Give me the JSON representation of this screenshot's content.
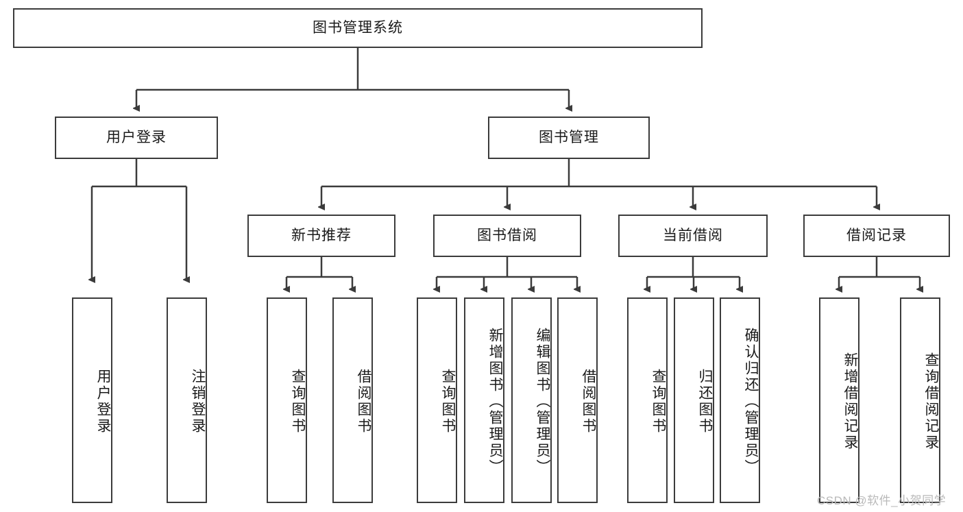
{
  "diagram": {
    "type": "tree",
    "title": "图书管理系统",
    "root": {
      "id": "root",
      "label": "图书管理系统"
    },
    "level2": [
      {
        "id": "user-login",
        "label": "用户登录"
      },
      {
        "id": "book-manage",
        "label": "图书管理"
      }
    ],
    "level3": [
      {
        "id": "new-book-recommend",
        "label": "新书推荐"
      },
      {
        "id": "book-borrow",
        "label": "图书借阅"
      },
      {
        "id": "current-borrow",
        "label": "当前借阅"
      },
      {
        "id": "borrow-record",
        "label": "借阅记录"
      }
    ],
    "leaves": {
      "user_login": [
        {
          "id": "leaf-user-login",
          "label": "用户登录"
        },
        {
          "id": "leaf-logout-login",
          "label": "注销登录"
        }
      ],
      "new_book_recommend": [
        {
          "id": "leaf-query-book-1",
          "label": "查询图书"
        },
        {
          "id": "leaf-borrow-book-1",
          "label": "借阅图书"
        }
      ],
      "book_borrow": [
        {
          "id": "leaf-query-book-2",
          "label": "查询图书"
        },
        {
          "id": "leaf-add-book",
          "label": "新增图书（管理员）"
        },
        {
          "id": "leaf-edit-book",
          "label": "编辑图书（管理员）"
        },
        {
          "id": "leaf-borrow-book-2",
          "label": "借阅图书"
        }
      ],
      "current_borrow": [
        {
          "id": "leaf-query-book-3",
          "label": "查询图书"
        },
        {
          "id": "leaf-return-book",
          "label": "归还图书"
        },
        {
          "id": "leaf-confirm-return",
          "label": "确认归还（管理员）"
        }
      ],
      "borrow_record": [
        {
          "id": "leaf-add-record",
          "label": "新增借阅记录"
        },
        {
          "id": "leaf-query-record",
          "label": "查询借阅记录"
        }
      ]
    }
  },
  "watermark": {
    "text": "CSDN @软件_小贺同学"
  },
  "colors": {
    "stroke": "#3b3b3b",
    "fill": "#ffffff",
    "text": "#1a1a1a",
    "watermark": "#b9b9b9"
  }
}
